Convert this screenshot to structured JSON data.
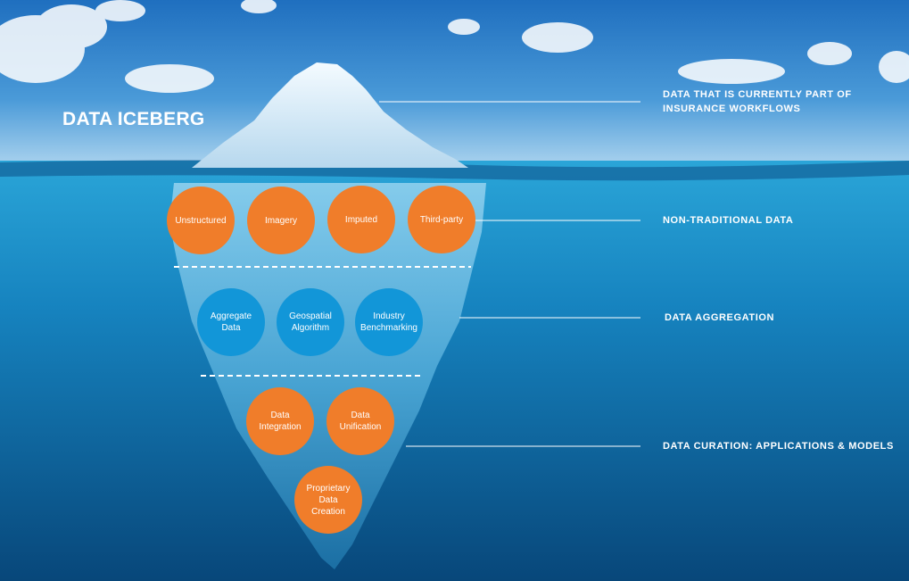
{
  "title": "DATA ICEBERG",
  "layers": [
    {
      "lines": [
        "DATA THAT IS CURRENTLY PART OF",
        "INSURANCE WORKFLOWS"
      ]
    },
    {
      "lines": [
        "NON-TRADITIONAL DATA"
      ]
    },
    {
      "lines": [
        "DATA AGGREGATION"
      ]
    },
    {
      "lines": [
        "DATA CURATION: APPLICATIONS & MODELS"
      ]
    }
  ],
  "circles": {
    "non_traditional": [
      {
        "lines": [
          "Unstructured"
        ]
      },
      {
        "lines": [
          "Imagery"
        ]
      },
      {
        "lines": [
          "Imputed"
        ]
      },
      {
        "lines": [
          "Third-party"
        ]
      }
    ],
    "aggregation": [
      {
        "lines": [
          "Aggregate",
          "Data"
        ]
      },
      {
        "lines": [
          "Geospatial",
          "Algorithm"
        ]
      },
      {
        "lines": [
          "Industry",
          "Benchmarking"
        ]
      }
    ],
    "curation": [
      {
        "lines": [
          "Data Integration"
        ]
      },
      {
        "lines": [
          "Data Unification"
        ]
      },
      {
        "lines": [
          "Proprietary Data",
          "Creation"
        ]
      }
    ]
  },
  "colors": {
    "orange": "#f07d2a",
    "blue": "#1296d8",
    "sky": "#2f86cf",
    "water": "#0f78b4"
  }
}
